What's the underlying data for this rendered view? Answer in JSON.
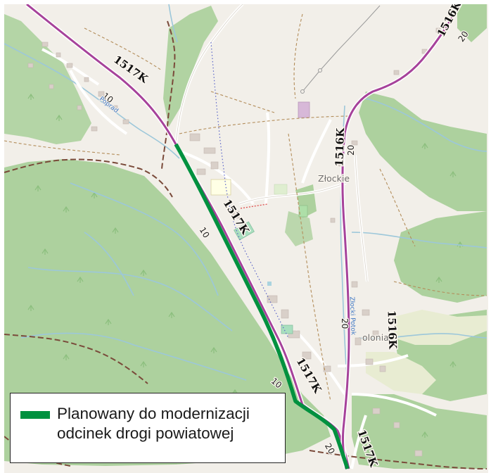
{
  "legend": {
    "line1": "Planowany do modernizacji",
    "line2": "odcinek drogi powiatowej",
    "color": "#00913f"
  },
  "map": {
    "road_labels": {
      "r1517_top": "1517K",
      "r1517_mid": "1517K",
      "r1517_low": "1517K",
      "r1517_bottom": "1517K",
      "r1516_top": "1516K",
      "r1516_mid": "1516K",
      "r1516_low": "1516K"
    },
    "numbers": {
      "n10_topleft": "10",
      "n10_mid": "10",
      "n10_low": "10",
      "n20_topright": "20",
      "n20_mid": "20",
      "n20_low": "20",
      "n20_bottom": "20"
    },
    "places": {
      "zlockie": "Złockie",
      "kolonia": "olonia"
    },
    "streams": {
      "poprad": "Poprad",
      "zlocki": "Złocki Potok"
    },
    "colors": {
      "forest": "#add19e",
      "background": "#f2efe9",
      "county_road": "#a6429a",
      "river": "#aad3df",
      "highlight": "#00913f",
      "boundary": "#7a4a3a"
    }
  }
}
